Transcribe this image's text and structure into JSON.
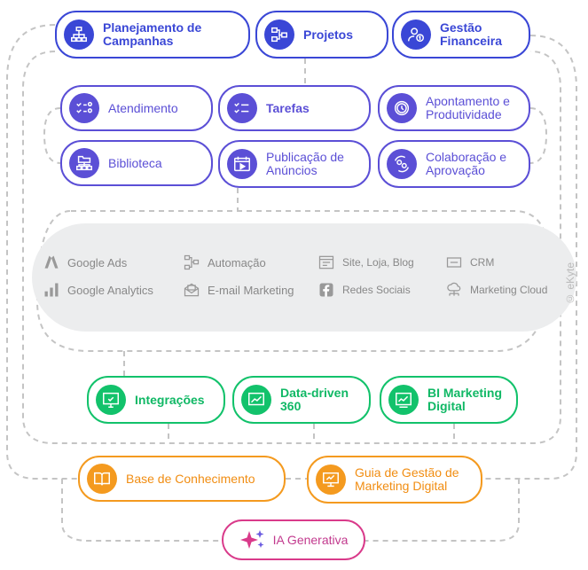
{
  "top_row": [
    {
      "label": "Planejamento de\nCampanhas",
      "icon": "org-chart-icon"
    },
    {
      "label": "Projetos",
      "icon": "flowchart-icon"
    },
    {
      "label": "Gestão\nFinanceira",
      "icon": "user-dollar-icon"
    }
  ],
  "modules": [
    {
      "label": "Atendimento",
      "icon": "checklist-user-icon"
    },
    {
      "label": "Tarefas",
      "icon": "checklist-icon"
    },
    {
      "label": "Apontamento e\nProdutividade",
      "icon": "clock-icon"
    },
    {
      "label": "Biblioteca",
      "icon": "folder-tree-icon"
    },
    {
      "label": "Publicação de\nAnúncios",
      "icon": "calendar-play-icon"
    },
    {
      "label": "Colaboração e\nAprovação",
      "icon": "people-sync-icon"
    }
  ],
  "tools": [
    {
      "label": "Google Ads",
      "icon": "google-ads-icon"
    },
    {
      "label": "Google Analytics",
      "icon": "google-analytics-icon"
    },
    {
      "label": "Automação",
      "icon": "automation-icon"
    },
    {
      "label": "E-mail Marketing",
      "icon": "email-icon"
    },
    {
      "label": "Site, Loja, Blog",
      "icon": "browser-icon"
    },
    {
      "label": "Redes Sociais",
      "icon": "facebook-icon"
    },
    {
      "label": "CRM",
      "icon": "crm-icon"
    },
    {
      "label": "Marketing Cloud",
      "icon": "cloud-network-icon"
    }
  ],
  "data_row": [
    {
      "label": "Integrações",
      "icon": "screen-icon"
    },
    {
      "label": "Data-driven\n360",
      "icon": "chart-line-icon"
    },
    {
      "label": "BI Marketing\nDigital",
      "icon": "dashboard-chart-icon"
    }
  ],
  "knowledge_row": [
    {
      "label": "Base de Conhecimento",
      "icon": "book-icon"
    },
    {
      "label": "Guia de Gestão de\nMarketing Digital",
      "icon": "presentation-icon"
    }
  ],
  "ai": {
    "label": "IA Generativa",
    "icon": "sparkles-icon"
  },
  "watermark": "© eKyte",
  "colors": {
    "blue": "#3a47d6",
    "purple": "#5b4fd6",
    "green": "#12c26b",
    "orange": "#f49a1f",
    "pink": "#d93a8a",
    "gray": "#ecedee"
  }
}
